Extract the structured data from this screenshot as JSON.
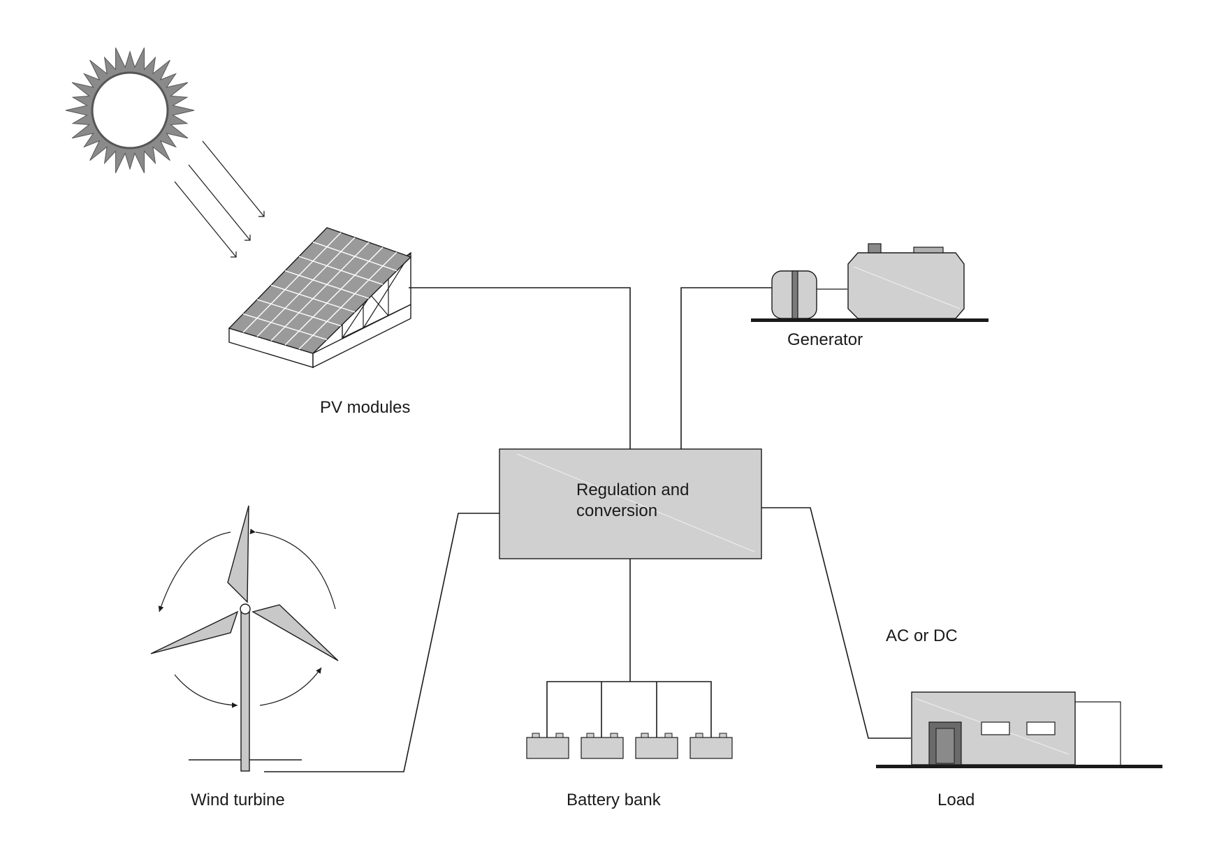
{
  "labels": {
    "pv_modules": "PV modules",
    "generator": "Generator",
    "regulation_line1": "Regulation and",
    "regulation_line2": "conversion",
    "ac_or_dc": "AC or DC",
    "wind_turbine": "Wind turbine",
    "battery_bank": "Battery bank",
    "load": "Load"
  },
  "colors": {
    "component_fill": "#d0d0d0",
    "line": "#1a1a1a",
    "background": "#ffffff"
  },
  "icons": [
    "sun-icon",
    "solar-panel-icon",
    "generator-icon",
    "wind-turbine-icon",
    "battery-icon",
    "building-icon"
  ]
}
